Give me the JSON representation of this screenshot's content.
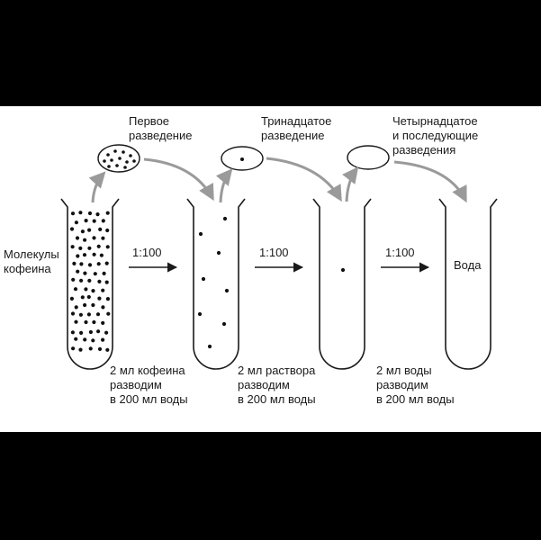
{
  "labels": {
    "caffeine_molecules": "Молекулы\nкофеина",
    "dilution_first": "Первое\nразведение",
    "dilution_thirteenth": "Тринадцатое\nразведение",
    "dilution_fourteenth": "Четырнадцатое\nи последующие\nразведения",
    "water": "Вода"
  },
  "ratios": [
    "1:100",
    "1:100",
    "1:100"
  ],
  "captions": [
    "2 мл кофеина\nразводим\nв 200 мл воды",
    "2 мл раствора\nразводим\nв 200 мл воды",
    "2 мл воды\nразводим\nв 200 мл воды"
  ],
  "colors": {
    "ink": "#1a1a1a",
    "dot": "#111111",
    "curve_arrow": "#9a9a9a",
    "background": "#ffffff",
    "frame": "#000000"
  }
}
